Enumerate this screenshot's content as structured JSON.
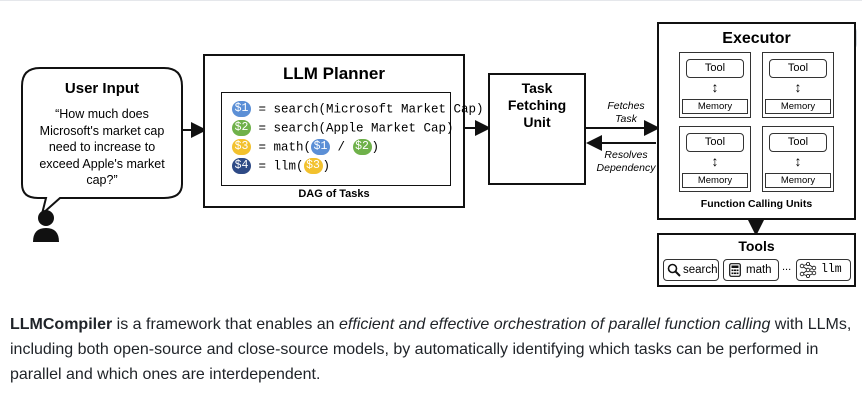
{
  "user_input": {
    "title": "User Input",
    "question": "“How much does Microsoft's market cap need to increase to exceed Apple's market cap?”"
  },
  "planner": {
    "title": "LLM Planner",
    "steps": [
      {
        "tag": "$1",
        "color": "#5b8fd6",
        "text": " = search(Microsoft Market Cap)"
      },
      {
        "tag": "$2",
        "color": "#6fb14a",
        "text": " = search(Apple Market Cap)"
      },
      {
        "tag": "$3",
        "color": "#f2c12e",
        "text": " = math(",
        "arg1": "$1",
        "arg1_color": "#5b8fd6",
        "sep": " / ",
        "arg2": "$2",
        "arg2_color": "#6fb14a",
        "end": ")"
      },
      {
        "tag": "$4",
        "color": "#2e4a86",
        "text": " = llm(",
        "arg1": "$3",
        "arg1_color": "#f2c12e",
        "end": ")"
      }
    ],
    "dag_label": "DAG of Tasks"
  },
  "task_fetching_unit": {
    "title_lines": [
      "Task",
      "Fetching",
      "Unit"
    ],
    "node_colors": [
      "#5b8fd6",
      "#6fb14a",
      "#f2c12e",
      "#2e4a86"
    ]
  },
  "arrows": {
    "fetches_task": [
      "Fetches",
      "Task"
    ],
    "resolves_dependency": [
      "Resolves",
      "Dependency"
    ]
  },
  "executor": {
    "title": "Executor",
    "units": [
      {
        "tool": "Tool",
        "memory": "Memory",
        "arrow": "↕"
      },
      {
        "tool": "Tool",
        "memory": "Memory",
        "arrow": "↕"
      },
      {
        "tool": "Tool",
        "memory": "Memory",
        "arrow": "↕"
      },
      {
        "tool": "Tool",
        "memory": "Memory",
        "arrow": "↕"
      }
    ],
    "footer": "Function Calling Units"
  },
  "tools": {
    "title": "Tools",
    "items": [
      {
        "label": "search",
        "icon": "magnifier-icon"
      },
      {
        "label": "math",
        "icon": "calculator-icon"
      },
      {
        "label": "llm",
        "icon": "neural-network-icon"
      }
    ],
    "ellipsis": "..."
  },
  "caption": {
    "bold": "LLMCompiler",
    "part1": " is a framework that enables an ",
    "italic": "efficient and effective orchestration of parallel function calling",
    "part2": " with LLMs, including both open-source and close-source models, by automatically identifying which tasks can be performed in parallel and which ones are interdependent."
  }
}
